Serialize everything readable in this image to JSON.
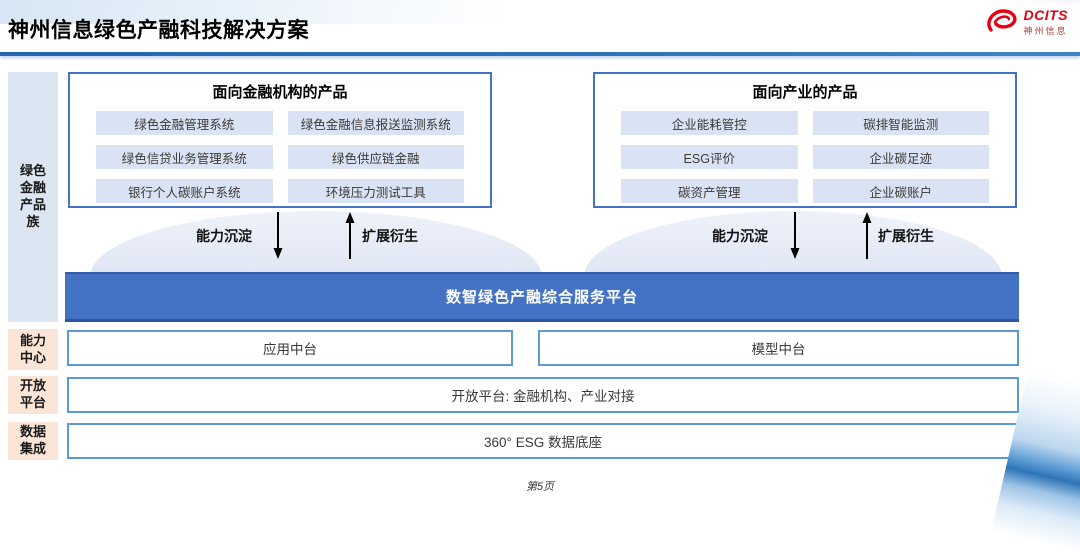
{
  "page": {
    "title": "神州信息绿色产融科技解决方案",
    "footer_page": "第5页"
  },
  "logo": {
    "brand": "DCITS",
    "sub": "神州信息"
  },
  "sidebar": {
    "green_family": "绿色\n金融\n产品\n族",
    "capability_center": "能力\n中心",
    "open_platform": "开放\n平台",
    "data_integration": "数据\n集成"
  },
  "product_groups": [
    {
      "title": "面向金融机构的产品",
      "items": [
        "绿色金融管理系统",
        "绿色金融信息报送监测系统",
        "绿色信贷业务管理系统",
        "绿色供应链金融",
        "银行个人碳账户系统",
        "环境压力测试工具"
      ]
    },
    {
      "title": "面向产业的产品",
      "items": [
        "企业能耗管控",
        "碳排智能监测",
        "ESG评价",
        "企业碳足迹",
        "碳资产管理",
        "企业碳账户"
      ]
    }
  ],
  "flows": {
    "down": "能力沉淀",
    "up": "扩展衍生"
  },
  "platform": {
    "bar": "数智绿色产融综合服务平台"
  },
  "rows": {
    "app_middle": "应用中台",
    "model_middle": "模型中台",
    "open_platform": "开放平台: 金融机构、产业对接",
    "data_base": "360° ESG 数据底座"
  },
  "colors": {
    "accent_blue": "#4472c4",
    "pill_blue": "#dae3f3",
    "sidebar_blue": "#dce6f2",
    "sidebar_peach": "#fbe5d6",
    "header_line_blue": "#2e75b6",
    "logo_red": "#e60012"
  }
}
